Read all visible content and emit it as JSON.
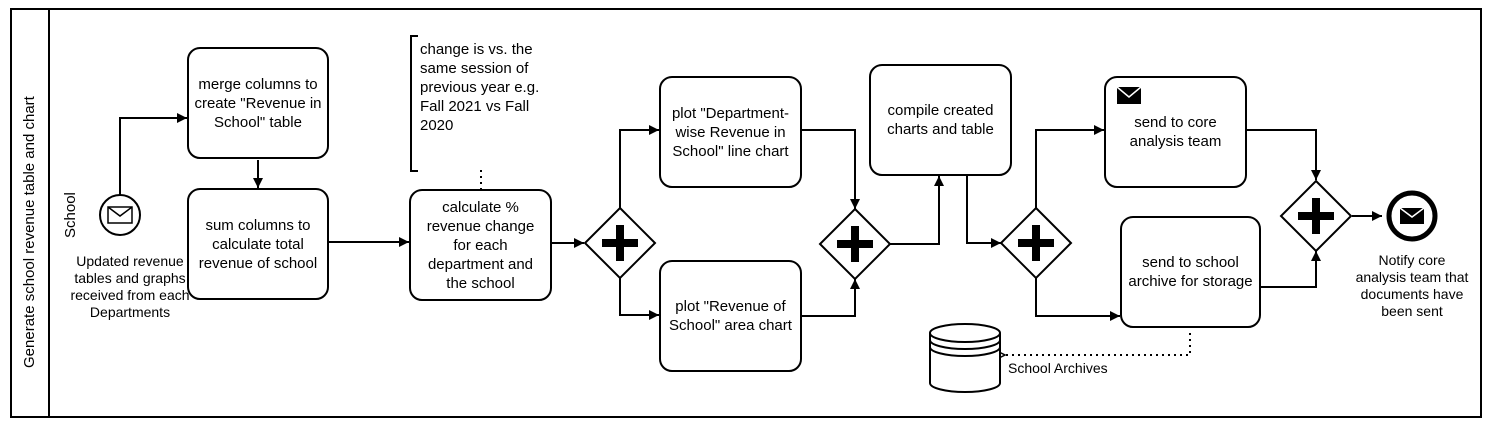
{
  "pool": {
    "title": "Generate school revenue table and chart"
  },
  "lane": {
    "title": "School"
  },
  "events": {
    "start": "Updated revenue tables and graphs received from each Departments",
    "end": "Notify core analysis team that documents have been sent"
  },
  "tasks": {
    "merge": "merge columns to create \"Revenue in School\" table",
    "sum": "sum columns to calculate total revenue of school",
    "calc": "calculate % revenue change for each department and the school",
    "plot_line": "plot \"Department-wise Revenue in School\" line chart",
    "plot_area": "plot \"Revenue of School\" area chart",
    "compile": "compile created charts and table",
    "send_core": "send to core analysis team",
    "send_archive": "send to school archive for storage"
  },
  "annotation": "change is vs. the same session of previous year e.g. Fall 2021 vs Fall 2020",
  "datastore": {
    "label": "School Archives"
  }
}
